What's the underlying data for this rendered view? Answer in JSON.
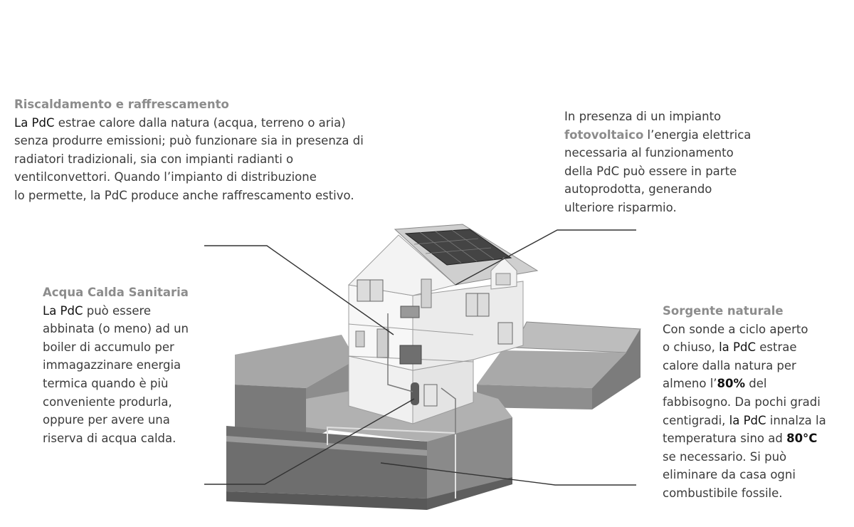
{
  "heating": {
    "title": "Riscaldamento e raffrescamento",
    "pdc": "La PdC",
    "text1": " estrae calore dalla natura (acqua, terreno o aria)",
    "text2": "senza produrre emissioni; può funzionare sia in presenza di",
    "text3": "radiatori tradizionali, sia con impianti radianti o",
    "text4": "ventilconvettori. Quando l’impianto di distribuzione",
    "text5": "lo permette, la PdC produce anche raffrescamento estivo."
  },
  "pv": {
    "line1": "In presenza di un impianto",
    "highlight": "fotovoltaico",
    "line2": " l’energia elettrica",
    "line3": "necessaria al funzionamento",
    "line4": "della PdC può essere in parte",
    "line5": "autoprodotta, generando",
    "line6": "ulteriore risparmio."
  },
  "dhw": {
    "title": "Acqua Calda Sanitaria",
    "pdc": "La PdC",
    "line1": " può essere",
    "line2": "abbinata (o meno) ad un",
    "line3": "boiler di accumulo per",
    "line4": "immagazzinare energia",
    "line5": "termica quando è più",
    "line6": "conveniente produrla,",
    "line7": "oppure per avere una",
    "line8": "riserva di acqua calda."
  },
  "source": {
    "title": "Sorgente naturale",
    "line1": "Con sonde a ciclo aperto",
    "line2a": "o chiuso, ",
    "pdc1": "la PdC",
    "line2b": " estrae",
    "line3": "calore dalla natura per",
    "line4a": "almeno l’",
    "pct": "80%",
    "line4b": " del",
    "line5": "fabbisogno. Da pochi gradi",
    "line6a": "centigradi, ",
    "pdc2": "la PdC",
    "line6b": " innalza la",
    "line7a": "temperatura sino ad ",
    "temp": "80°C",
    "line8": "se necessario. Si può",
    "line9": "eliminare da casa ogni",
    "line10": "combustibile fossile."
  }
}
